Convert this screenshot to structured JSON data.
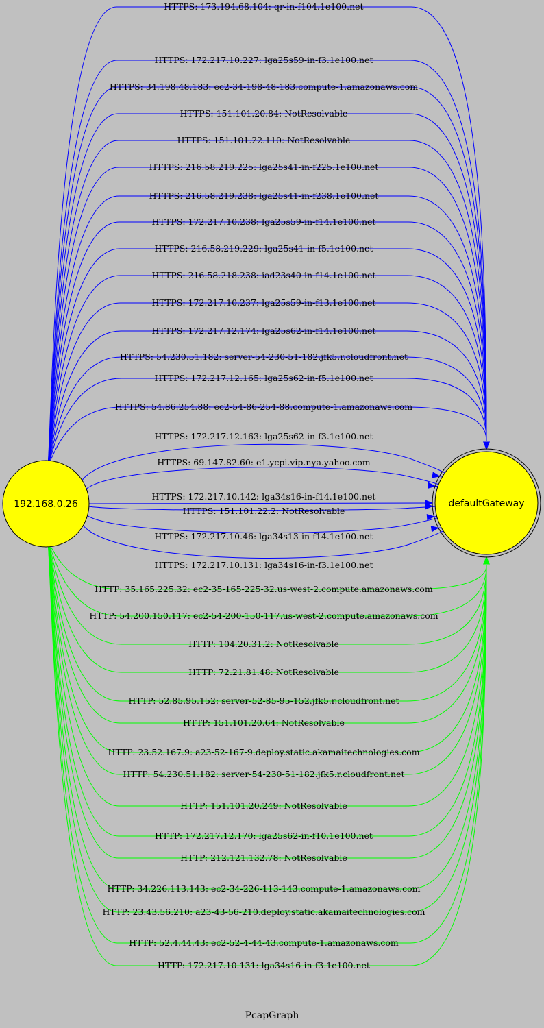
{
  "graph": {
    "title": "PcapGraph",
    "nodes": {
      "source": {
        "label": "192.168.0.26",
        "fill": "#ffff00"
      },
      "target": {
        "label": "defaultGateway",
        "fill": "#ffff00"
      }
    },
    "colors": {
      "HTTPS": "#0000ff",
      "HTTP": "#00ff00",
      "background": "#c0c0c0"
    },
    "edges": [
      {
        "protocol": "HTTPS",
        "label": "HTTPS: 173.194.68.104: qr-in-f104.1e100.net"
      },
      {
        "protocol": "HTTPS",
        "label": "HTTPS: 172.217.10.227: lga25s59-in-f3.1e100.net"
      },
      {
        "protocol": "HTTPS",
        "label": "HTTPS: 34.198.48.183: ec2-34-198-48-183.compute-1.amazonaws.com"
      },
      {
        "protocol": "HTTPS",
        "label": "HTTPS: 151.101.20.84: NotResolvable"
      },
      {
        "protocol": "HTTPS",
        "label": "HTTPS: 151.101.22.110: NotResolvable"
      },
      {
        "protocol": "HTTPS",
        "label": "HTTPS: 216.58.219.225: lga25s41-in-f225.1e100.net"
      },
      {
        "protocol": "HTTPS",
        "label": "HTTPS: 216.58.219.238: lga25s41-in-f238.1e100.net"
      },
      {
        "protocol": "HTTPS",
        "label": "HTTPS: 172.217.10.238: lga25s59-in-f14.1e100.net"
      },
      {
        "protocol": "HTTPS",
        "label": "HTTPS: 216.58.219.229: lga25s41-in-f5.1e100.net"
      },
      {
        "protocol": "HTTPS",
        "label": "HTTPS: 216.58.218.238: iad23s40-in-f14.1e100.net"
      },
      {
        "protocol": "HTTPS",
        "label": "HTTPS: 172.217.10.237: lga25s59-in-f13.1e100.net"
      },
      {
        "protocol": "HTTPS",
        "label": "HTTPS: 172.217.12.174: lga25s62-in-f14.1e100.net"
      },
      {
        "protocol": "HTTPS",
        "label": "HTTPS: 54.230.51.182: server-54-230-51-182.jfk5.r.cloudfront.net"
      },
      {
        "protocol": "HTTPS",
        "label": "HTTPS: 172.217.12.165: lga25s62-in-f5.1e100.net"
      },
      {
        "protocol": "HTTPS",
        "label": "HTTPS: 54.86.254.88: ec2-54-86-254-88.compute-1.amazonaws.com"
      },
      {
        "protocol": "HTTPS",
        "label": "HTTPS: 172.217.12.163: lga25s62-in-f3.1e100.net"
      },
      {
        "protocol": "HTTPS",
        "label": "HTTPS: 69.147.82.60: e1.ycpi.vip.nya.yahoo.com"
      },
      {
        "protocol": "HTTPS",
        "label": "HTTPS: 172.217.10.142: lga34s16-in-f14.1e100.net"
      },
      {
        "protocol": "HTTPS",
        "label": "HTTPS: 151.101.22.2: NotResolvable"
      },
      {
        "protocol": "HTTPS",
        "label": "HTTPS: 172.217.10.46: lga34s13-in-f14.1e100.net"
      },
      {
        "protocol": "HTTPS",
        "label": "HTTPS: 172.217.10.131: lga34s16-in-f3.1e100.net"
      },
      {
        "protocol": "HTTP",
        "label": "HTTP: 35.165.225.32: ec2-35-165-225-32.us-west-2.compute.amazonaws.com"
      },
      {
        "protocol": "HTTP",
        "label": "HTTP: 54.200.150.117: ec2-54-200-150-117.us-west-2.compute.amazonaws.com"
      },
      {
        "protocol": "HTTP",
        "label": "HTTP: 104.20.31.2: NotResolvable"
      },
      {
        "protocol": "HTTP",
        "label": "HTTP: 72.21.81.48: NotResolvable"
      },
      {
        "protocol": "HTTP",
        "label": "HTTP: 52.85.95.152: server-52-85-95-152.jfk5.r.cloudfront.net"
      },
      {
        "protocol": "HTTP",
        "label": "HTTP: 151.101.20.64: NotResolvable"
      },
      {
        "protocol": "HTTP",
        "label": "HTTP: 23.52.167.9: a23-52-167-9.deploy.static.akamaitechnologies.com"
      },
      {
        "protocol": "HTTP",
        "label": "HTTP: 54.230.51.182: server-54-230-51-182.jfk5.r.cloudfront.net"
      },
      {
        "protocol": "HTTP",
        "label": "HTTP: 151.101.20.249: NotResolvable"
      },
      {
        "protocol": "HTTP",
        "label": "HTTP: 172.217.12.170: lga25s62-in-f10.1e100.net"
      },
      {
        "protocol": "HTTP",
        "label": "HTTP: 212.121.132.78: NotResolvable"
      },
      {
        "protocol": "HTTP",
        "label": "HTTP: 34.226.113.143: ec2-34-226-113-143.compute-1.amazonaws.com"
      },
      {
        "protocol": "HTTP",
        "label": "HTTP: 23.43.56.210: a23-43-56-210.deploy.static.akamaitechnologies.com"
      },
      {
        "protocol": "HTTP",
        "label": "HTTP: 52.4.44.43: ec2-52-4-44-43.compute-1.amazonaws.com"
      },
      {
        "protocol": "HTTP",
        "label": "HTTP: 172.217.10.131: lga34s16-in-f3.1e100.net"
      }
    ]
  }
}
